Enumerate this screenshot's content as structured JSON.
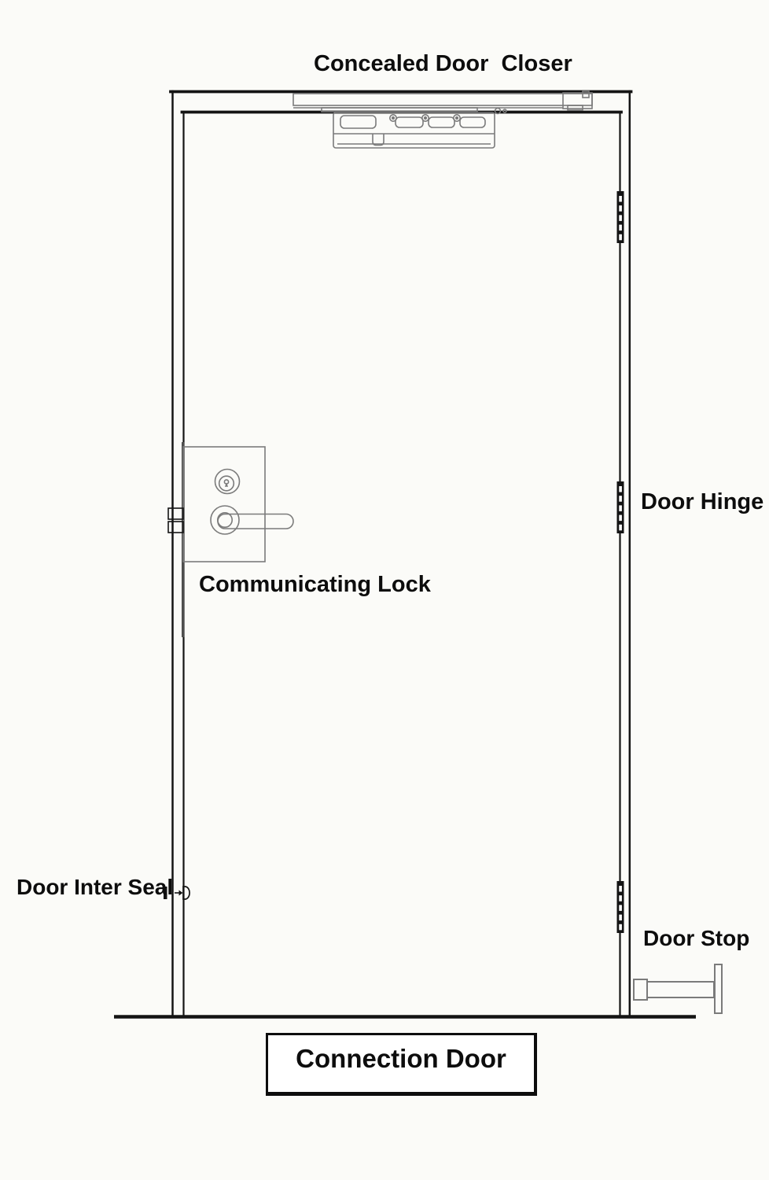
{
  "page": {
    "background": "#fbfbf8",
    "line_color": "#141414",
    "hardware_color": "#7b7b7b",
    "text_color": "#0d0d0d"
  },
  "labels": {
    "concealed_door_closer": "Concealed Door  Closer",
    "door_hinge": "Door Hinge",
    "communicating_lock": "Communicating Lock",
    "door_inter_seal": "Door Inter Seal",
    "door_stop": "Door Stop",
    "connection_door": "Connection Door"
  }
}
